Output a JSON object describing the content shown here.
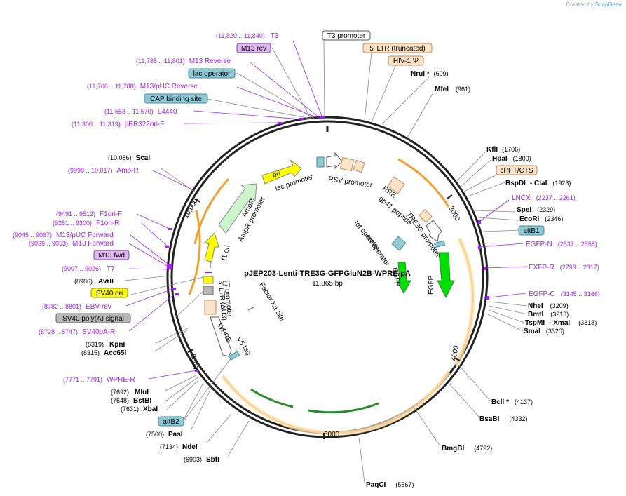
{
  "credit": {
    "prefix": "Created by",
    "brand": "SnapGene"
  },
  "plasmid": {
    "name": "pJEP203-Lenti-TRE3G-GFPGluN2B-WPRE-pA",
    "size": "11,865 bp"
  },
  "ring_ticks": [
    "2000",
    "4000",
    "6000",
    "8000",
    "10,000"
  ],
  "boxed_labels": [
    {
      "text": "T3 promoter",
      "fill": "#ffffff",
      "stroke": "#555555"
    },
    {
      "text": "5' LTR (truncated)",
      "fill": "#fde3c8",
      "stroke": "#c08a5a"
    },
    {
      "text": "HIV-1 Ψ",
      "fill": "#fde3c8",
      "stroke": "#c08a5a"
    },
    {
      "text": "M13 rev",
      "fill": "#e0b8f0",
      "stroke": "#7a4a9a"
    },
    {
      "text": "lac operator",
      "fill": "#8fc9d6",
      "stroke": "#4a8a9a"
    },
    {
      "text": "CAP binding site",
      "fill": "#8fc9d6",
      "stroke": "#4a8a9a"
    },
    {
      "text": "cPPT/CTS",
      "fill": "#fde3c8",
      "stroke": "#c08a5a"
    },
    {
      "text": "attB1",
      "fill": "#8fc9d6",
      "stroke": "#4a8a9a"
    },
    {
      "text": "M13 fwd",
      "fill": "#e0b8f0",
      "stroke": "#7a4a9a"
    },
    {
      "text": "SV40 ori",
      "fill": "#ffff00",
      "stroke": "#9a9a00"
    },
    {
      "text": "SV40 poly(A) signal",
      "fill": "#b8b8b8",
      "stroke": "#666666"
    },
    {
      "text": "attB2",
      "fill": "#8fc9d6",
      "stroke": "#4a8a9a"
    }
  ],
  "primers": [
    {
      "range": "(11,820 .. 11,840)",
      "name": "T3"
    },
    {
      "range": "(11,785 .. 11,801)",
      "name": "M13 Reverse"
    },
    {
      "range": "(11,766 .. 11,788)",
      "name": "M13/pUC Reverse"
    },
    {
      "range": "(11,553 .. 11,570)",
      "name": "L4440"
    },
    {
      "range": "(11,300 .. 11,319)",
      "name": "pBR322ori-F"
    },
    {
      "range": "(9998 .. 10,017)",
      "name": "Amp-R"
    },
    {
      "range": "(9491 .. 9512)",
      "name": "F1ori-F"
    },
    {
      "range": "(9281 .. 9300)",
      "name": "F1ori-R"
    },
    {
      "range": "(9045 .. 9067)",
      "name": "M13/pUC Forward"
    },
    {
      "range": "(9036 .. 9053)",
      "name": "M13 Forward"
    },
    {
      "range": "(9007 .. 9026)",
      "name": "T7"
    },
    {
      "range": "(8782 .. 8801)",
      "name": "EBV-rev"
    },
    {
      "range": "(8728 .. 8747)",
      "name": "SV40pA-R"
    },
    {
      "range": "(7771 .. 7791)",
      "name": "WPRE-R"
    },
    {
      "range": "(2237 .. 2261)",
      "name": "LNCX"
    },
    {
      "range": "(2537 .. 2558)",
      "name": "EGFP-N"
    },
    {
      "range": "(2798 .. 2817)",
      "name": "EXFP-R"
    },
    {
      "range": "(3145 .. 3166)",
      "name": "EGFP-C"
    }
  ],
  "sites": [
    {
      "name": "NruI *",
      "pos": "(609)"
    },
    {
      "name": "MfeI",
      "pos": "(961)"
    },
    {
      "name": "KflI",
      "pos": "(1706)"
    },
    {
      "name": "HpaI",
      "pos": "(1800)"
    },
    {
      "name": "BspDI",
      "name2": "- ClaI",
      "pos": "(1923)"
    },
    {
      "name": "SpeI",
      "pos": "(2329)"
    },
    {
      "name": "EcoRI",
      "pos": "(2346)"
    },
    {
      "name": "NheI",
      "pos": "(3209)"
    },
    {
      "name": "BmtI",
      "pos": "(3213)"
    },
    {
      "name": "TspMI",
      "name2": "- XmaI",
      "pos": "(3318)"
    },
    {
      "name": "SmaI",
      "pos": "(3320)"
    },
    {
      "name": "BclI *",
      "pos": "(4137)"
    },
    {
      "name": "BsaBI",
      "pos": "(4332)"
    },
    {
      "name": "BmgBI",
      "pos": "(4792)"
    },
    {
      "name": "PaqCI",
      "pos": "(5567)"
    },
    {
      "name": "SbfI",
      "pos": "(6903)"
    },
    {
      "name": "NdeI",
      "pos": "(7134)"
    },
    {
      "name": "PasI",
      "pos": "(7500)"
    },
    {
      "name": "XbaI",
      "pos": "(7631)"
    },
    {
      "name": "BstBI",
      "pos": "(7648)"
    },
    {
      "name": "MluI",
      "pos": "(7692)"
    },
    {
      "name": "Acc65I",
      "pos": "(8315)"
    },
    {
      "name": "KpnI",
      "pos": "(8319)"
    },
    {
      "name": "AvrII",
      "pos": "(8986)"
    },
    {
      "name": "ScaI",
      "pos": "(10,086)"
    }
  ],
  "inner_labels": [
    "ori",
    "lac promoter",
    "RSV promoter",
    "AmpR",
    "AmpR promoter",
    "f1 ori",
    "RRE",
    "gp41 peptide",
    "TRE3G promoter",
    "tet operator",
    "tet operator",
    "EGFP",
    "EGFP",
    "T7 promoter",
    "3' LTR (ΔU3)",
    "Factor Xa site",
    "WPRE",
    "V5 tag"
  ],
  "colors": {
    "ring": "#222222",
    "ori": "#ffff00",
    "ampr": "#ccf5cc",
    "egfp": "#00e000",
    "ltr": "#fde3c8",
    "orf_arc": "#f0a030",
    "primer": "#a020f0",
    "leader": "#888888"
  }
}
